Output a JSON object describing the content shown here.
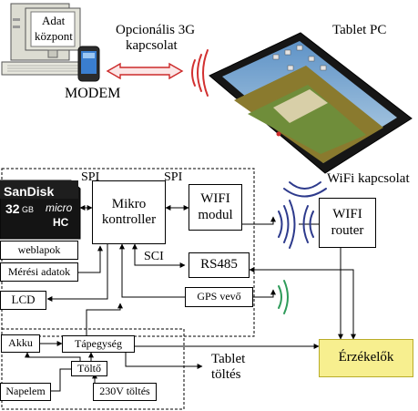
{
  "title_labels": {
    "adat_kozpont_line1": "Adat",
    "adat_kozpont_line2": "központ",
    "modem": "MODEM",
    "optional_3g_line1": "Opcionális 3G",
    "optional_3g_line2": "kapcsolat",
    "tablet_pc": "Tablet PC",
    "wifi_kapcsolat": "WiFi kapcsolat"
  },
  "blocks": {
    "sandisk_brand": "SanDisk",
    "sandisk_capacity": "32",
    "sandisk_unit": "GB",
    "sandisk_type": "micro",
    "sandisk_hc": "HC",
    "weblapok": "weblapok",
    "meresi_adatok": "Mérési adatok",
    "lcd": "LCD",
    "mikrokontroller_line1": "Mikro",
    "mikrokontroller_line2": "kontroller",
    "wifi_modul_line1": "WIFI",
    "wifi_modul_line2": "modul",
    "rs485": "RS485",
    "gps": "GPS vevő",
    "wifi_router_line1": "WIFI",
    "wifi_router_line2": "router",
    "erzekelok": "Érzékelők",
    "akku": "Akku",
    "tapegyseg": "Tápegység",
    "tolto": "Töltő",
    "napelem": "Napelem",
    "toltes_230v": "230V töltés",
    "tablet_toltes_line1": "Tablet",
    "tablet_toltes_line2": "töltés"
  },
  "bus_labels": {
    "spi_left": "SPI",
    "spi_right": "SPI",
    "sci": "SCI"
  },
  "colors": {
    "arrow_red": "#cc2a2a",
    "wave_red": "#d23030",
    "wave_blue": "#2d3a8c",
    "wave_green": "#2e9b5a",
    "erzekelok_fill": "#f7ef8f",
    "erzekelok_border": "#b9ad2a",
    "tablet_body": "#161616",
    "screen_sky": "#7fb0d6",
    "screen_ground": "#8a7a2e"
  },
  "icons": [
    "desktop-computer-icon",
    "mobile-phone-icon",
    "tablet-pc-icon",
    "sd-card-icon",
    "wireless-signal-icon"
  ]
}
